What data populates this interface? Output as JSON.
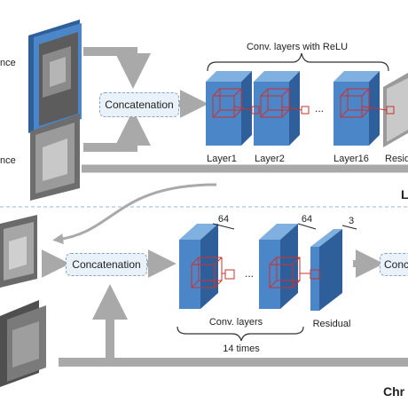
{
  "top": {
    "conv_group_label": "Conv. layers with ReLU",
    "concat_label": "Concatenation",
    "layers": [
      "Layer1",
      "Layer2",
      "Layer16"
    ],
    "ellipsis": "...",
    "residual_label": "Resid",
    "left_labels": [
      "nce",
      "nce"
    ],
    "right_label": "L"
  },
  "bottom": {
    "concat_label": "Concatenation",
    "dims": [
      "64",
      "64",
      "3"
    ],
    "conv_label": "Conv. layers",
    "times_label": "14 times",
    "ellipsis": "...",
    "residual_label": "Residual",
    "right_box_label": "Conc",
    "right_label": "Chr"
  },
  "colors": {
    "block_front": "#4a86c8",
    "block_side": "#2f5f9a",
    "block_top": "#7fb0e0",
    "arrow": "#a9a9a9",
    "kernel": "#d0302a",
    "concat_bg": "#e9f1fb"
  }
}
